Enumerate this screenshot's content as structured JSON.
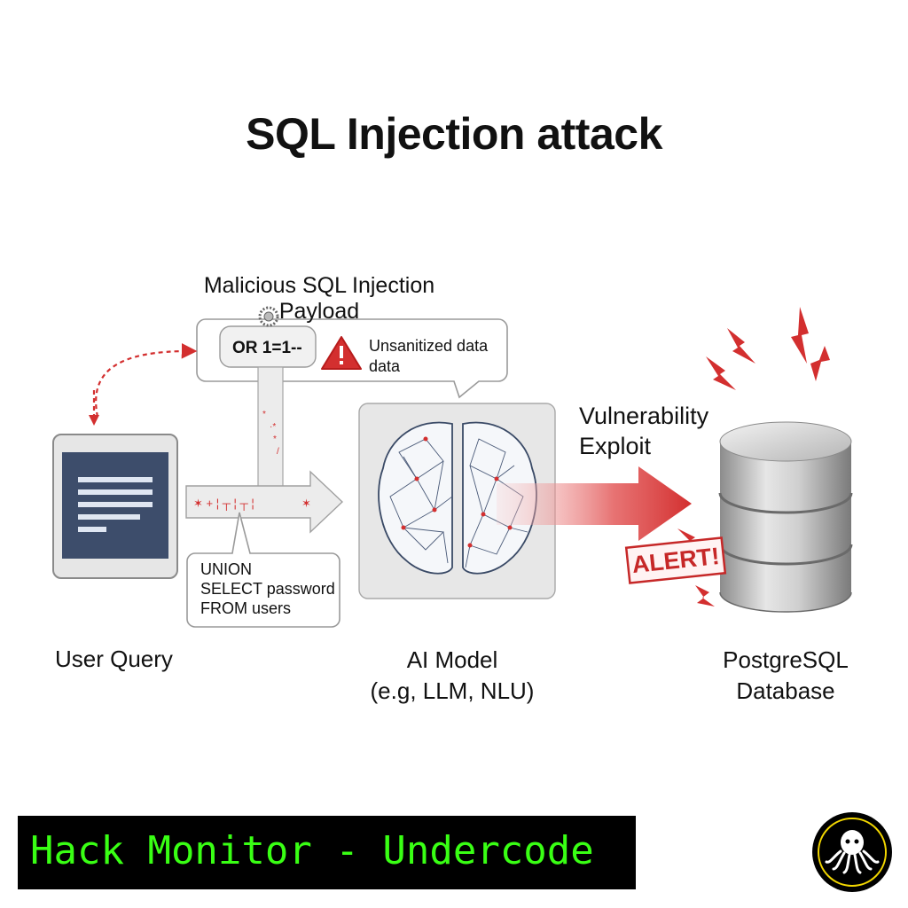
{
  "title": "SQL Injection attack",
  "payload": {
    "title": "Malicious SQL Injection Payload",
    "code": "OR 1=1--",
    "warning_icon": "warning-triangle-icon",
    "unsanitized_text": "Unsanitized data data"
  },
  "query_box": {
    "text_lines": [
      "UNION",
      "SELECT password",
      "FROM users"
    ]
  },
  "nodes": {
    "user_query": {
      "label": "User Query",
      "icon": "tablet-icon"
    },
    "ai_model": {
      "label_line1": "AI Model",
      "label_line2": "(e.g, LLM, NLU)",
      "icon": "brain-network-icon"
    },
    "database": {
      "label_line1": "PostgreSQL",
      "label_line2": "Database",
      "icon": "database-cylinder-icon"
    }
  },
  "exploit": {
    "label_line1": "Vulnerability",
    "label_line2": "Exploit",
    "alert": "ALERT!"
  },
  "branding": {
    "banner_text": "Hack Monitor - Undercode",
    "logo_icon": "octopus-logo-icon"
  },
  "colors": {
    "accent_red": "#d32f2f",
    "banner_bg": "#000000",
    "banner_text": "#39ff14",
    "panel_gray": "#e9e9e9",
    "screen_blue": "#3d4d6b"
  }
}
